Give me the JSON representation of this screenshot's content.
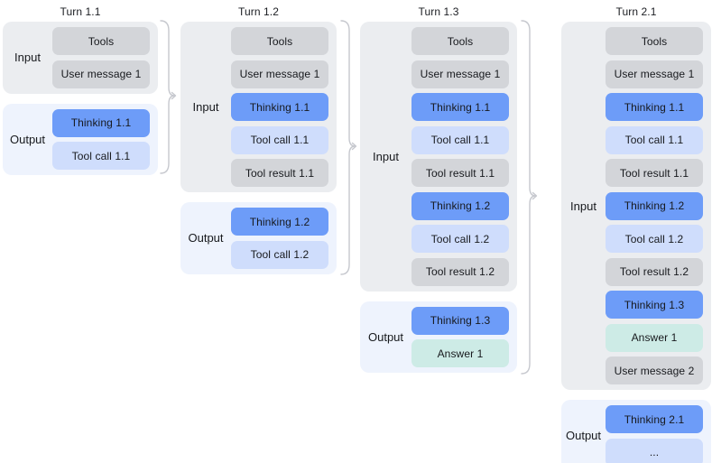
{
  "diagram": {
    "palette": {
      "background": "#ffffff",
      "input_group_bg": "#ebedf0",
      "output_group_bg": "#eef3fd",
      "neutral_box": "#d3d5d9",
      "thinking_box": "#6d9cf8",
      "tool_call_box": "#cfddfc",
      "answer_box": "#cdebe6",
      "connector": "#c6c8ce",
      "text": "#17191d"
    },
    "connectors": [
      {
        "icon": "brace-arrow-right-icon"
      },
      {
        "icon": "brace-arrow-right-icon"
      },
      {
        "icon": "brace-arrow-right-icon"
      }
    ],
    "turns": [
      {
        "title": "Turn 1.1",
        "input_label": "Input",
        "output_label": "Output",
        "input_items": [
          {
            "label": "Tools",
            "type": "tools"
          },
          {
            "label": "User message 1",
            "type": "user_message"
          }
        ],
        "output_items": [
          {
            "label": "Thinking 1.1",
            "type": "thinking"
          },
          {
            "label": "Tool call 1.1",
            "type": "tool_call"
          }
        ]
      },
      {
        "title": "Turn 1.2",
        "input_label": "Input",
        "output_label": "Output",
        "input_items": [
          {
            "label": "Tools",
            "type": "tools"
          },
          {
            "label": "User message 1",
            "type": "user_message"
          },
          {
            "label": "Thinking 1.1",
            "type": "thinking"
          },
          {
            "label": "Tool call 1.1",
            "type": "tool_call"
          },
          {
            "label": "Tool result 1.1",
            "type": "tool_result"
          }
        ],
        "output_items": [
          {
            "label": "Thinking 1.2",
            "type": "thinking"
          },
          {
            "label": "Tool call 1.2",
            "type": "tool_call"
          }
        ]
      },
      {
        "title": "Turn 1.3",
        "input_label": "Input",
        "output_label": "Output",
        "input_items": [
          {
            "label": "Tools",
            "type": "tools"
          },
          {
            "label": "User message 1",
            "type": "user_message"
          },
          {
            "label": "Thinking 1.1",
            "type": "thinking"
          },
          {
            "label": "Tool call 1.1",
            "type": "tool_call"
          },
          {
            "label": "Tool result 1.1",
            "type": "tool_result"
          },
          {
            "label": "Thinking 1.2",
            "type": "thinking"
          },
          {
            "label": "Tool call 1.2",
            "type": "tool_call"
          },
          {
            "label": "Tool result 1.2",
            "type": "tool_result"
          }
        ],
        "output_items": [
          {
            "label": "Thinking 1.3",
            "type": "thinking"
          },
          {
            "label": "Answer 1",
            "type": "answer"
          }
        ]
      },
      {
        "title": "Turn 2.1",
        "input_label": "Input",
        "output_label": "Output",
        "input_items": [
          {
            "label": "Tools",
            "type": "tools"
          },
          {
            "label": "User message 1",
            "type": "user_message"
          },
          {
            "label": "Thinking 1.1",
            "type": "thinking"
          },
          {
            "label": "Tool call 1.1",
            "type": "tool_call"
          },
          {
            "label": "Tool result 1.1",
            "type": "tool_result"
          },
          {
            "label": "Thinking 1.2",
            "type": "thinking"
          },
          {
            "label": "Tool call 1.2",
            "type": "tool_call"
          },
          {
            "label": "Tool result 1.2",
            "type": "tool_result"
          },
          {
            "label": "Thinking 1.3",
            "type": "thinking"
          },
          {
            "label": "Answer 1",
            "type": "answer"
          },
          {
            "label": "User message 2",
            "type": "user_message"
          }
        ],
        "output_items": [
          {
            "label": "Thinking 2.1",
            "type": "thinking"
          },
          {
            "label": "...",
            "type": "ellipsis"
          }
        ]
      }
    ]
  }
}
